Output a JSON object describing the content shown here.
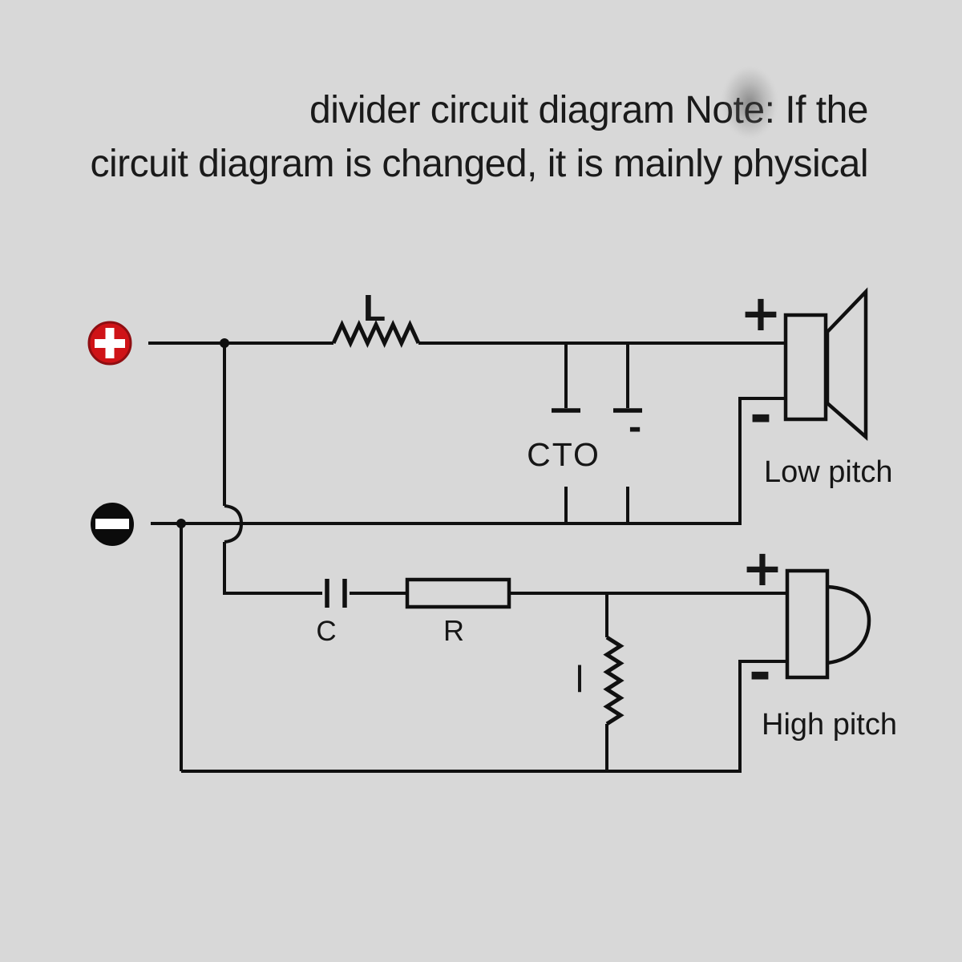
{
  "title": {
    "line1": "divider circuit diagram Note: If the",
    "line2": "circuit diagram is changed, it is mainly physical"
  },
  "components": {
    "inductor_label": "L",
    "capacitor_bank_label": "CTO",
    "capacitor_bank_minus": "-",
    "series_capacitor_label": "C",
    "series_resistor_label": "R",
    "shunt_resistor_label": "l",
    "low_speaker": {
      "name": "Low pitch",
      "plus": "+",
      "minus": "-"
    },
    "high_speaker": {
      "name": "High pitch",
      "plus": "+",
      "minus": "-"
    }
  },
  "terminals": {
    "positive_icon": "plus-in-red-circle",
    "negative_icon": "minus-in-black-circle"
  },
  "colors": {
    "background": "#d8d8d8",
    "line": "#101010",
    "text": "#1a1a1a",
    "terminal_positive_fill": "#cf1317",
    "terminal_negative_fill": "#0b0b0b",
    "terminal_glyph": "#ffffff"
  }
}
